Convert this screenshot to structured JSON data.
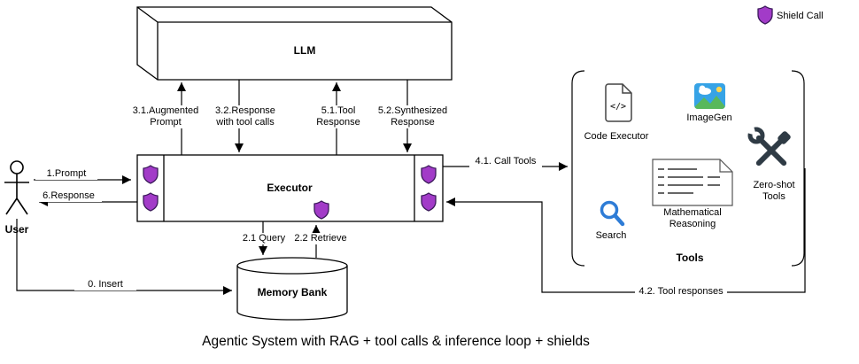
{
  "title": "Agentic System with RAG + tool calls & inference loop + shields",
  "legend": {
    "shield_label": "Shield Call"
  },
  "nodes": {
    "llm": "LLM",
    "executor": "Executor",
    "user": "User",
    "memory_bank": "Memory Bank",
    "tools_group": "Tools",
    "code_executor": "Code Executor",
    "imagegen": "ImageGen",
    "search": "Search",
    "mathematical_reasoning": "Mathematical Reasoning",
    "zero_shot_tools": "Zero-shot Tools"
  },
  "edges": {
    "insert": "0. Insert",
    "prompt": "1.Prompt",
    "query": "2.1 Query",
    "retrieve": "2.2 Retrieve",
    "augmented_prompt": "3.1.Augmented Prompt",
    "response_with_tool_calls": "3.2.Response with tool calls",
    "call_tools": "4.1. Call Tools",
    "tool_responses": "4.2. Tool responses",
    "tool_response": "5.1.Tool Response",
    "synthesized_response": "5.2.Synthesized Response",
    "response": "6.Response"
  },
  "icons": {
    "code_glyph": "</>"
  },
  "colors": {
    "line": "#000000",
    "shield_fill": "#a23bc8",
    "search_blue": "#2e7cd6",
    "image_blue": "#36a3e6",
    "image_green": "#58b85c",
    "image_sun": "#ffd54f"
  }
}
